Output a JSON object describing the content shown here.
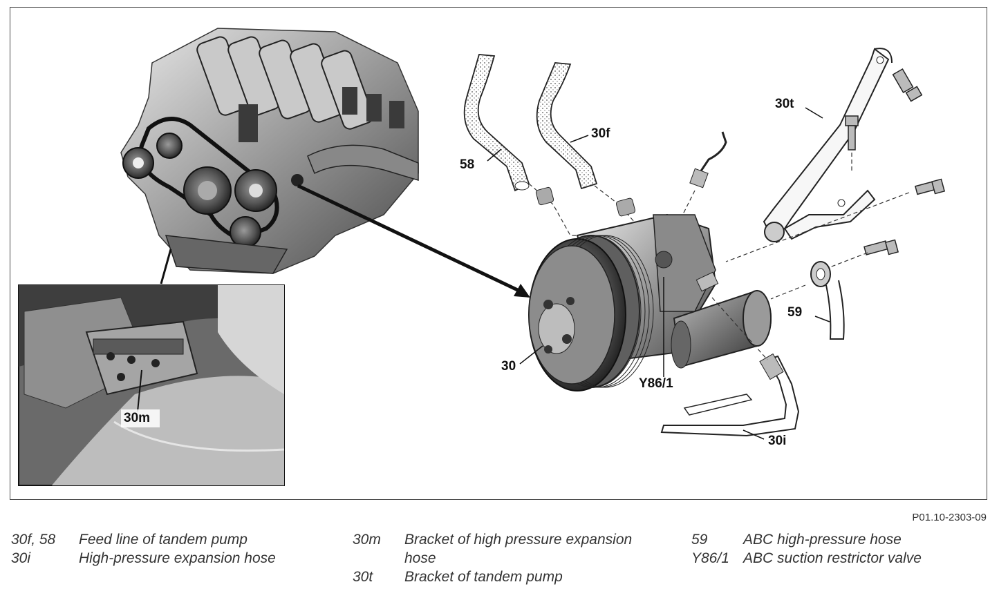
{
  "diagram": {
    "figure_code": "P01.10-2303-09",
    "callouts": {
      "c58": "58",
      "c30f": "30f",
      "c30t": "30t",
      "c59": "59",
      "c30": "30",
      "cY861": "Y86/1",
      "c30i": "30i",
      "c30m": "30m"
    }
  },
  "legend": {
    "col1": [
      {
        "code": "30f, 58",
        "desc": "Feed line of tandem pump"
      },
      {
        "code": "30i",
        "desc": "High-pressure expansion hose"
      }
    ],
    "col2": [
      {
        "code": "30m",
        "desc": "Bracket of high pressure expansion hose"
      },
      {
        "code": "30t",
        "desc": "Bracket of tandem pump"
      }
    ],
    "col3": [
      {
        "code": "59",
        "desc": "ABC high-pressure hose"
      },
      {
        "code": "Y86/1",
        "desc": "ABC suction restrictor valve"
      }
    ]
  }
}
